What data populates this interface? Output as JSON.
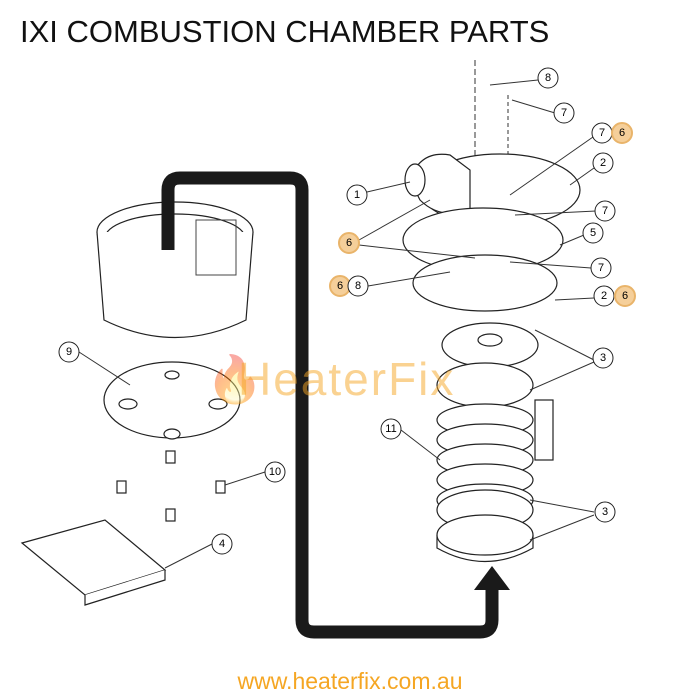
{
  "title": "IXI COMBUSTION CHAMBER PARTS",
  "watermark": "HeaterFix",
  "url": "www.heaterfix.com.au",
  "colors": {
    "accent": "#f5a623",
    "callout_highlight": "#f5cf9a",
    "line": "#222222"
  },
  "callouts": [
    "8",
    "7",
    "7",
    "6",
    "2",
    "1",
    "7",
    "6",
    "5",
    "7",
    "6",
    "8",
    "2",
    "6",
    "3",
    "11",
    "3",
    "9",
    "10",
    "4"
  ]
}
